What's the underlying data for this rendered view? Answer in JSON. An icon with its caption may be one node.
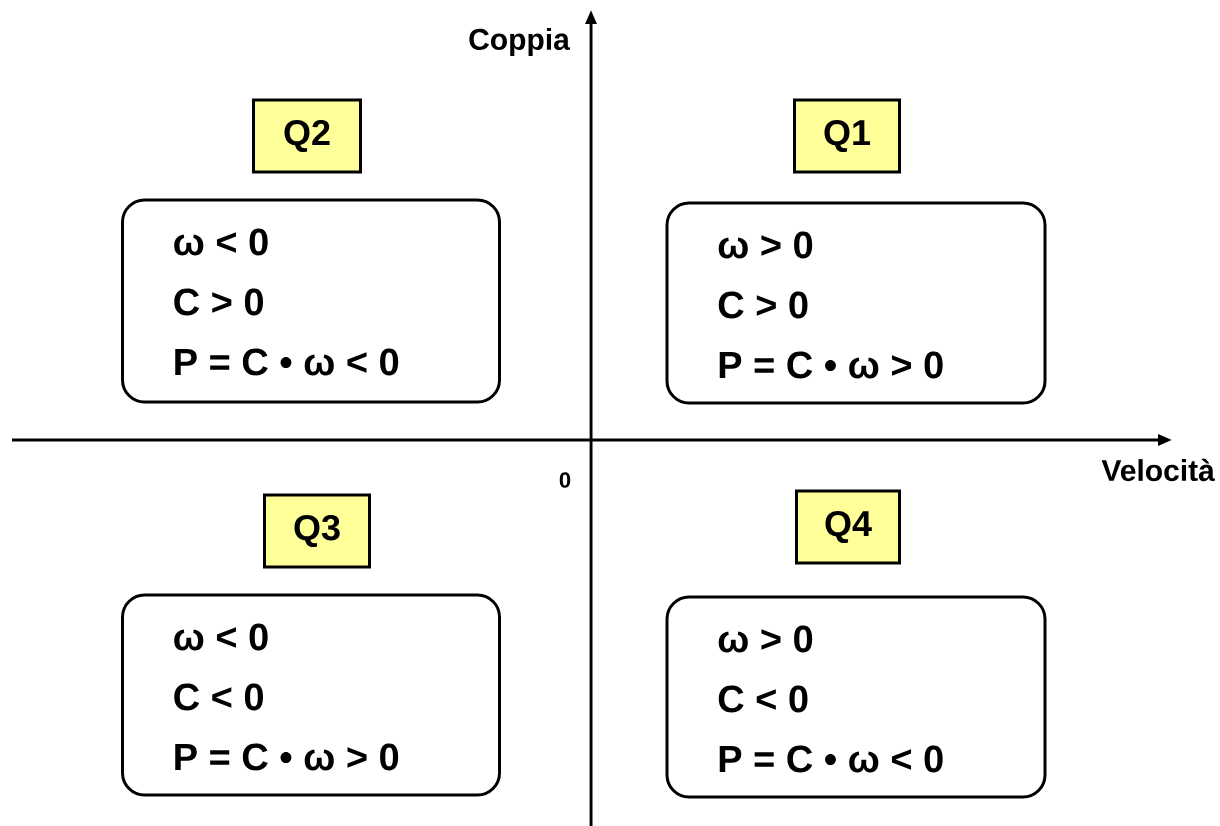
{
  "diagram": {
    "nodes": [
      {
        "text": [
          "Q2"
        ]
      },
      {
        "text": [
          "Q1"
        ]
      },
      {
        "text": [
          "ω < 0",
          "C > 0",
          "P = C • ω < 0"
        ]
      },
      {
        "text": [
          "ω > 0",
          "C > 0",
          "P = C • ω > 0"
        ]
      },
      {
        "text": [
          "Q3"
        ]
      },
      {
        "text": [
          "Q4"
        ]
      },
      {
        "text": [
          "ω < 0",
          "C < 0",
          "P = C • ω > 0"
        ]
      },
      {
        "text": [
          "ω > 0",
          "C < 0",
          "P = C • ω < 0"
        ]
      }
    ],
    "labels": [
      "Coppia",
      "Velocità",
      "0"
    ]
  }
}
